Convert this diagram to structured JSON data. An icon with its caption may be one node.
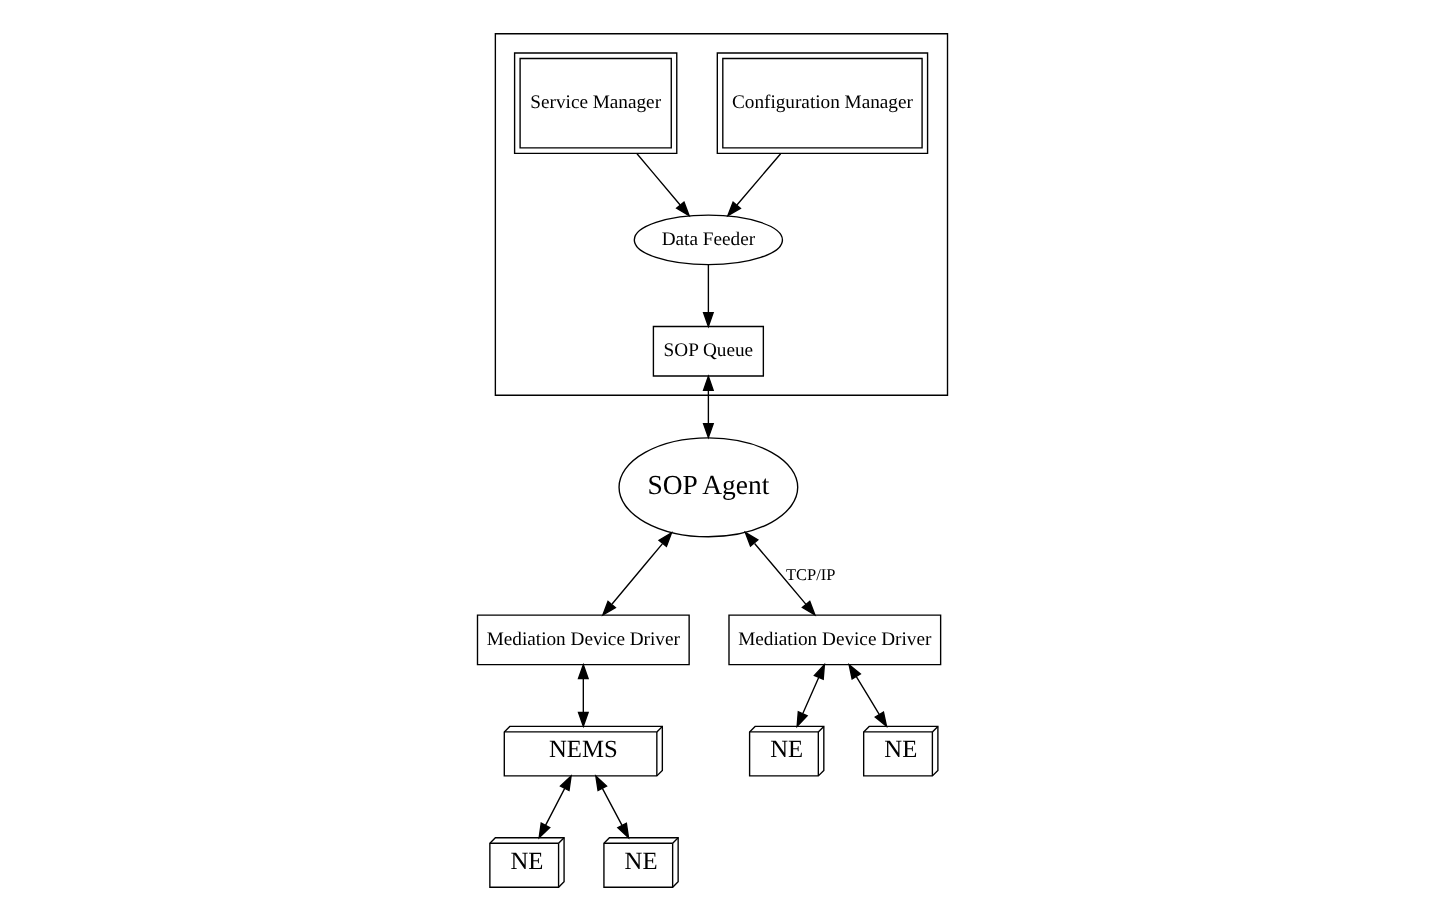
{
  "diagram": {
    "nodes": [
      {
        "text": [],
        "shape": "box"
      },
      {
        "text": [
          "Configuration Manager"
        ],
        "in": 0
      },
      {
        "text": [
          "Service Manager"
        ],
        "in": 0
      },
      {
        "text": [
          "Data Feeder"
        ],
        "in": 0
      },
      {
        "text": [
          "SOP Queue"
        ],
        "in": 0
      },
      {
        "text": [
          "SOP Agent"
        ]
      },
      {
        "text": [
          "Mediation Device Driver"
        ]
      },
      {
        "text": [
          "Mediation Device Driver"
        ]
      },
      {
        "text": [
          "NEMS"
        ]
      },
      {
        "text": [
          "NE"
        ]
      },
      {
        "text": [
          "NE"
        ]
      },
      {
        "text": [
          "NE"
        ]
      },
      {
        "text": [
          "NE"
        ]
      }
    ],
    "edges": [
      {
        "from": 1,
        "to": 3,
        "arrow": "to"
      },
      {
        "from": 2,
        "to": 3,
        "arrow": "to"
      },
      {
        "from": 3,
        "to": 4,
        "arrow": "to"
      },
      {
        "from": 4,
        "to": 5,
        "arrow": "both"
      },
      {
        "from": 5,
        "to": 6,
        "arrow": "both"
      },
      {
        "from": 5,
        "to": 7,
        "arrow": "both",
        "label": "TCP/IP"
      },
      {
        "from": 6,
        "to": 8,
        "arrow": "both"
      },
      {
        "from": 8,
        "to": 9,
        "arrow": "both"
      },
      {
        "from": 8,
        "to": 10,
        "arrow": "both"
      },
      {
        "from": 7,
        "to": 11,
        "arrow": "both"
      },
      {
        "from": 7,
        "to": 12,
        "arrow": "both"
      }
    ]
  }
}
